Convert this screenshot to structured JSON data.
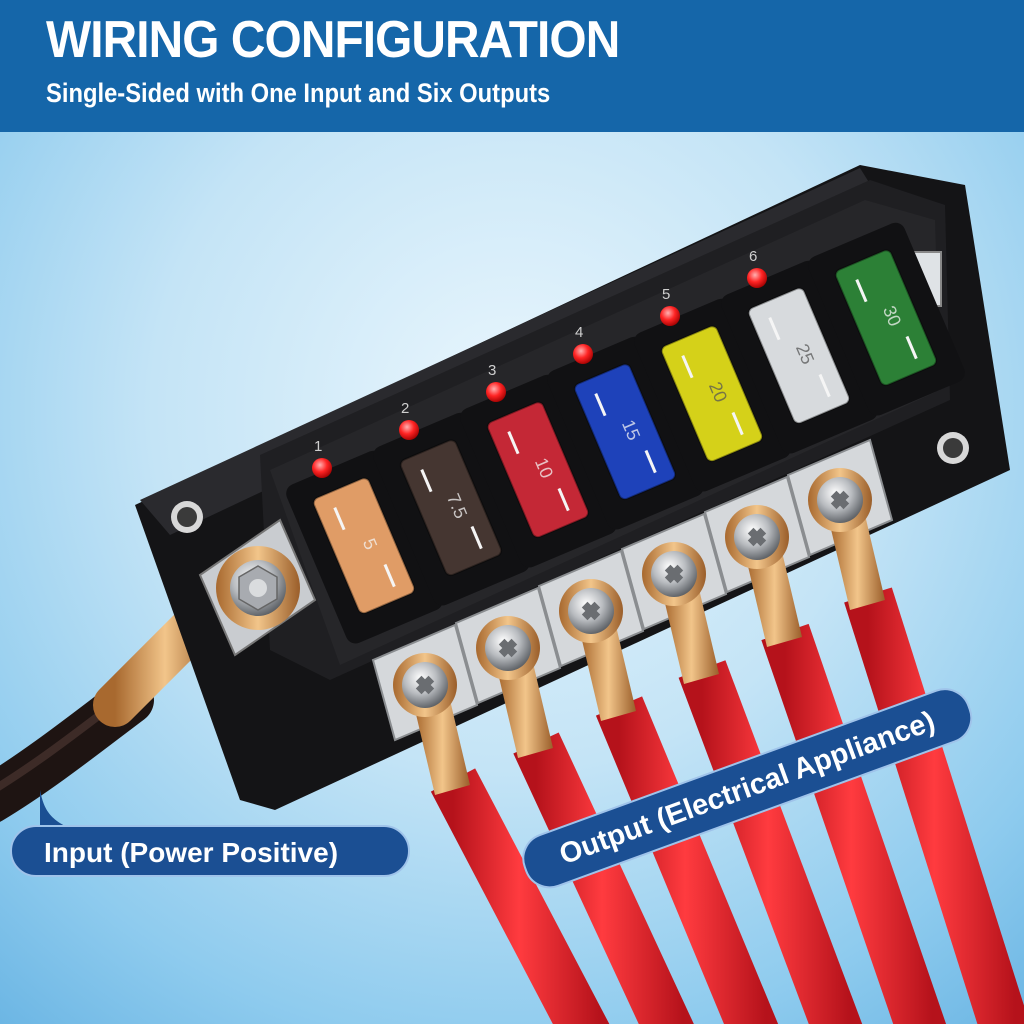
{
  "header": {
    "title": "WIRING CONFIGURATION",
    "subtitle": "Single-Sided with One Input and Six Outputs"
  },
  "fuses": [
    {
      "number": "1",
      "rating": "5",
      "color": "#f2a86e"
    },
    {
      "number": "2",
      "rating": "7.5",
      "color": "#4a3a34"
    },
    {
      "number": "3",
      "rating": "10",
      "color": "#d42a3a"
    },
    {
      "number": "4",
      "rating": "15",
      "color": "#1f47c9"
    },
    {
      "number": "5",
      "rating": "20",
      "color": "#e6e21a"
    },
    {
      "number": "6",
      "rating": "25",
      "color": "#e8ecef"
    },
    {
      "number": "",
      "rating": "30",
      "color": "#2f8a3a"
    }
  ],
  "callouts": {
    "input": "Input (Power Positive)",
    "output": "Output (Electrical Appliance)"
  },
  "colors": {
    "banner": "#1566a9",
    "callout": "#1b4f93",
    "wire_output": "#e8262d",
    "wire_input": "#2a1a17",
    "led": "#ff2a2a",
    "fuse_block": "#1c1c1e"
  },
  "icons": [
    "fuse-block-icon",
    "led-indicator-icon",
    "terminal-screw-icon",
    "ring-terminal-icon",
    "mounting-hole-icon"
  ]
}
